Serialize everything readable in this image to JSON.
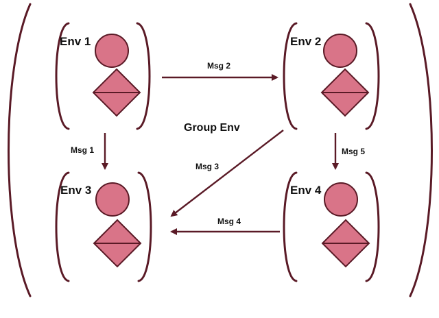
{
  "colors": {
    "stroke": "#5a1a26",
    "agent_fill": "#d97488",
    "text": "#111111"
  },
  "group": {
    "label": "Group Env"
  },
  "environments": [
    {
      "id": "env1",
      "label": "Env 1"
    },
    {
      "id": "env2",
      "label": "Env 2"
    },
    {
      "id": "env3",
      "label": "Env 3"
    },
    {
      "id": "env4",
      "label": "Env 4"
    }
  ],
  "messages": [
    {
      "id": "msg1",
      "label": "Msg 1",
      "from": "Env 1",
      "to": "Env 3"
    },
    {
      "id": "msg2",
      "label": "Msg 2",
      "from": "Env 1",
      "to": "Env 2"
    },
    {
      "id": "msg3",
      "label": "Msg 3",
      "from": "Env 2",
      "to": "Env 3"
    },
    {
      "id": "msg4",
      "label": "Msg 4",
      "from": "Env 4",
      "to": "Env 3"
    },
    {
      "id": "msg5",
      "label": "Msg 5",
      "from": "Env 2",
      "to": "Env 4"
    }
  ],
  "icons": {
    "agent": "circle-over-diamond-agent-icon"
  }
}
